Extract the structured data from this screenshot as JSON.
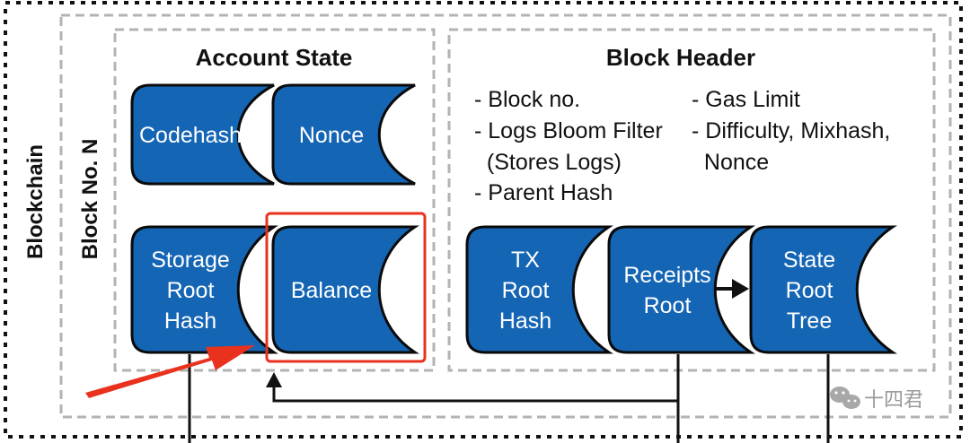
{
  "labels": {
    "blockchain": "Blockchain",
    "block_no": "Block No. N"
  },
  "account_state": {
    "title": "Account State",
    "items": [
      {
        "id": "codehash",
        "lines": [
          "Codehash"
        ]
      },
      {
        "id": "nonce",
        "lines": [
          "Nonce"
        ]
      },
      {
        "id": "storage-root-hash",
        "lines": [
          "Storage",
          "Root",
          "Hash"
        ]
      },
      {
        "id": "balance",
        "lines": [
          "Balance"
        ],
        "highlighted": true
      }
    ]
  },
  "block_header": {
    "title": "Block Header",
    "fields_left": [
      "- Block no.",
      "- Logs Bloom Filter",
      "  (Stores Logs)",
      "- Parent Hash"
    ],
    "fields_right": [
      "- Gas Limit",
      "- Difficulty, Mixhash,",
      "  Nonce"
    ],
    "roots": [
      {
        "id": "tx-root-hash",
        "lines": [
          "TX",
          "Root",
          "Hash"
        ]
      },
      {
        "id": "receipts-root",
        "lines": [
          "Receipts",
          "Root"
        ]
      },
      {
        "id": "state-root-tree",
        "lines": [
          "State",
          "Root",
          "Tree"
        ]
      }
    ]
  },
  "watermark": {
    "text": "十四君",
    "icon": "wechat-icon"
  },
  "colors": {
    "scroll_fill": "#1565b5",
    "scroll_stroke": "#0a0a0a",
    "highlight": "#e8321e",
    "arrow": "#e8321e",
    "dash": "#b3b3b3"
  }
}
